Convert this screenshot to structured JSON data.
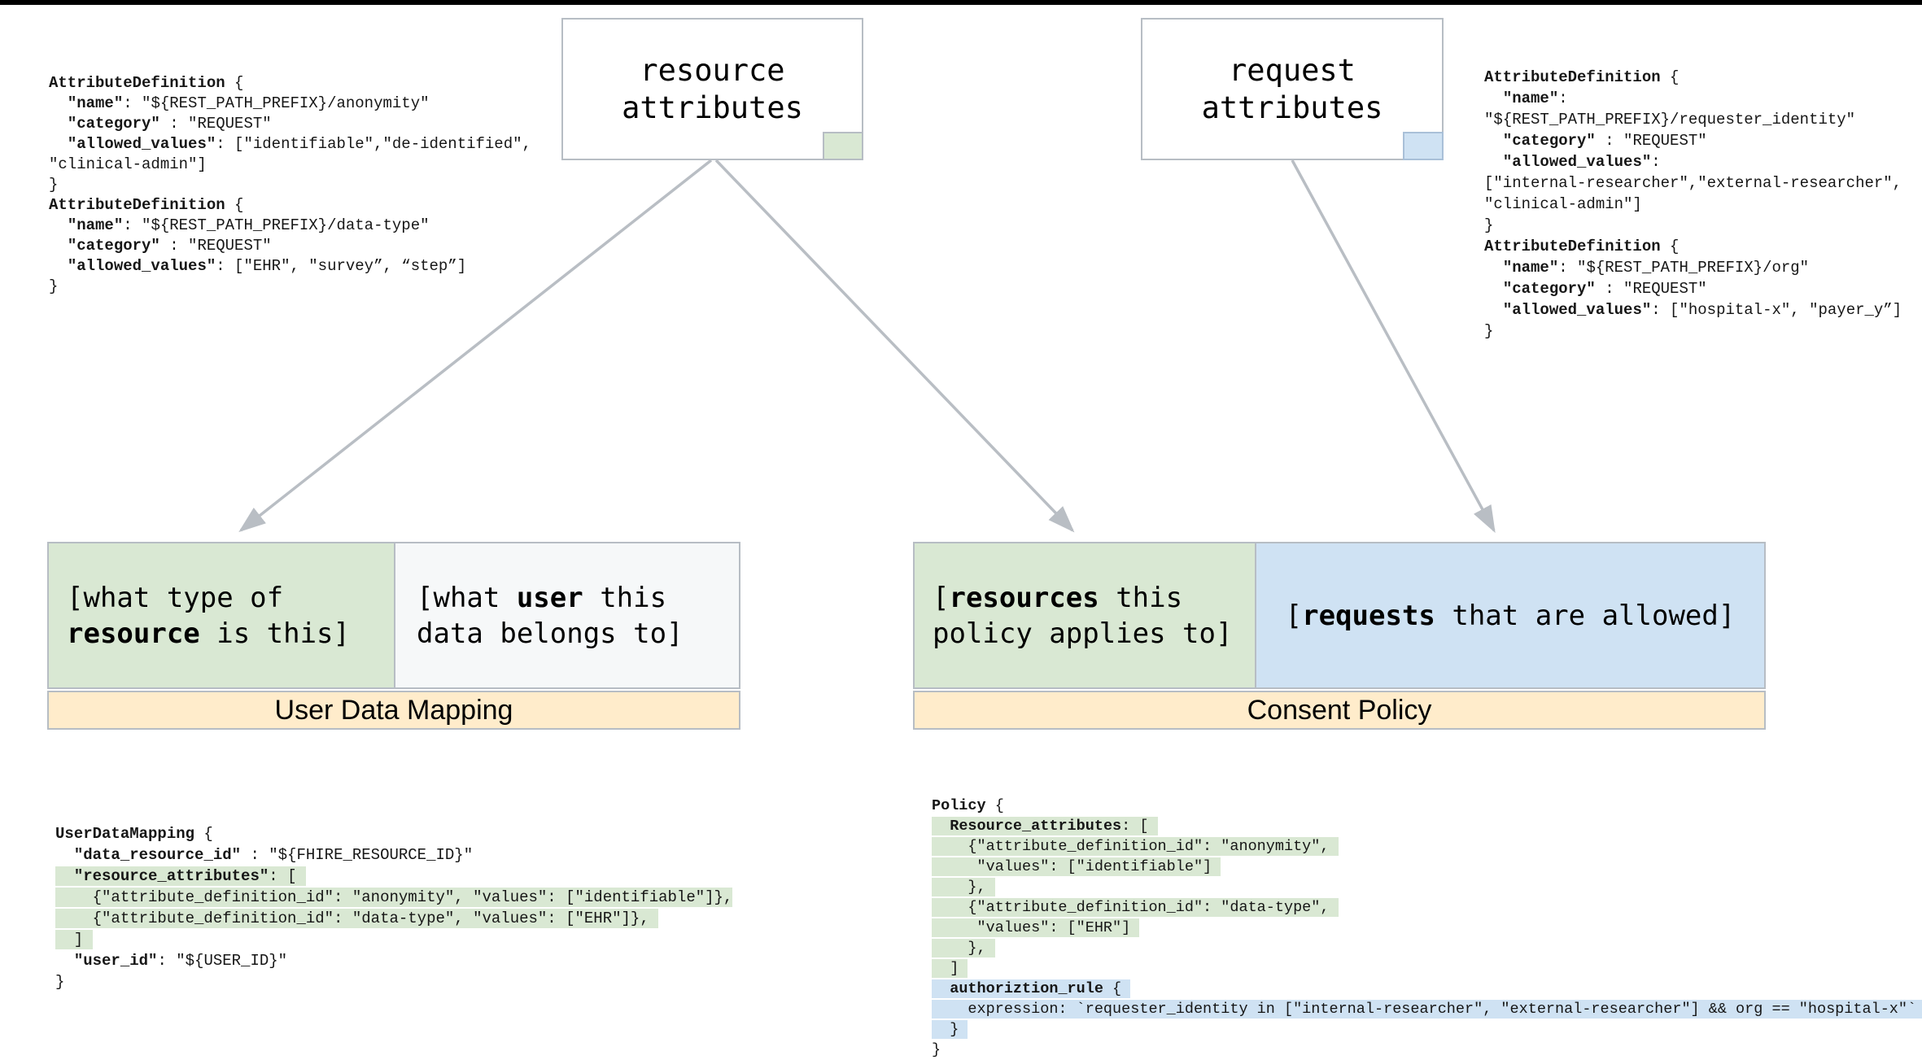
{
  "colors": {
    "resource_green": "#d9e8d3",
    "request_blue": "#cfe2f3",
    "title_bar_yellow": "#ffeccb",
    "neutral_cell": "#f6f8f9",
    "arrow_gray": "#b9bec4"
  },
  "resource_box": {
    "label": "resource\nattributes"
  },
  "request_box": {
    "label": "request\nattributes"
  },
  "mapping": {
    "title": "User Data Mapping",
    "resource_cell": [
      {
        "t": "[what type of\n"
      },
      {
        "t": "resource",
        "b": true
      },
      {
        "t": " is this]"
      }
    ],
    "user_cell": [
      {
        "t": "[what "
      },
      {
        "t": "user",
        "b": true
      },
      {
        "t": " this\ndata belongs to]"
      }
    ]
  },
  "policy_box": {
    "title": "Consent Policy",
    "resources_cell": [
      {
        "t": "["
      },
      {
        "t": "resources",
        "b": true
      },
      {
        "t": " this\npolicy applies to]"
      }
    ],
    "requests_cell": [
      {
        "t": "["
      },
      {
        "t": "requests",
        "b": true
      },
      {
        "t": " that are allowed]"
      }
    ]
  },
  "code_blocks": {
    "attr_def_left": {
      "lines": [
        [
          {
            "t": "AttributeDefinition",
            "b": true
          },
          {
            "t": " {"
          }
        ],
        [
          {
            "t": "  "
          },
          {
            "t": "\"name\"",
            "b": true
          },
          {
            "t": ": \"${REST_PATH_PREFIX}/anonymity\""
          }
        ],
        [
          {
            "t": "  "
          },
          {
            "t": "\"category\"",
            "b": true
          },
          {
            "t": " : \"REQUEST\""
          }
        ],
        [
          {
            "t": "  "
          },
          {
            "t": "\"allowed_values\"",
            "b": true
          },
          {
            "t": ": [\"identifiable\",\"de-identified\","
          }
        ],
        [
          {
            "t": "\"clinical-admin\"]"
          }
        ],
        [
          {
            "t": "}"
          }
        ],
        [
          {
            "t": "AttributeDefinition",
            "b": true
          },
          {
            "t": " {"
          }
        ],
        [
          {
            "t": "  "
          },
          {
            "t": "\"name\"",
            "b": true
          },
          {
            "t": ": \"${REST_PATH_PREFIX}/data-type\""
          }
        ],
        [
          {
            "t": "  "
          },
          {
            "t": "\"category\"",
            "b": true
          },
          {
            "t": " : \"REQUEST\""
          }
        ],
        [
          {
            "t": "  "
          },
          {
            "t": "\"allowed_values\"",
            "b": true
          },
          {
            "t": ": [\"EHR\", \"survey”, “step”]"
          }
        ],
        [
          {
            "t": "}"
          }
        ]
      ]
    },
    "attr_def_right": {
      "lines": [
        [
          {
            "t": "AttributeDefinition",
            "b": true
          },
          {
            "t": " {"
          }
        ],
        [
          {
            "t": "  "
          },
          {
            "t": "\"name\"",
            "b": true
          },
          {
            "t": ":"
          }
        ],
        [
          {
            "t": "\"${REST_PATH_PREFIX}/requester_identity\""
          }
        ],
        [
          {
            "t": "  "
          },
          {
            "t": "\"category\"",
            "b": true
          },
          {
            "t": " : \"REQUEST\""
          }
        ],
        [
          {
            "t": "  "
          },
          {
            "t": "\"allowed_values\"",
            "b": true
          },
          {
            "t": ":"
          }
        ],
        [
          {
            "t": "[\"internal-researcher\",\"external-researcher\","
          }
        ],
        [
          {
            "t": "\"clinical-admin\"]"
          }
        ],
        [
          {
            "t": "}"
          }
        ],
        [
          {
            "t": "AttributeDefinition",
            "b": true
          },
          {
            "t": " {"
          }
        ],
        [
          {
            "t": "  "
          },
          {
            "t": "\"name\"",
            "b": true
          },
          {
            "t": ": \"${REST_PATH_PREFIX}/org\""
          }
        ],
        [
          {
            "t": "  "
          },
          {
            "t": "\"category\"",
            "b": true
          },
          {
            "t": " : \"REQUEST\""
          }
        ],
        [
          {
            "t": "  "
          },
          {
            "t": "\"allowed_values\"",
            "b": true
          },
          {
            "t": ": [\"hospital-x\", \"payer_y”]"
          }
        ],
        [
          {
            "t": "}"
          }
        ]
      ]
    },
    "user_data_mapping": {
      "lines": [
        [
          {
            "t": "UserDataMapping",
            "b": true
          },
          {
            "t": " {"
          }
        ],
        [
          {
            "t": "  "
          },
          {
            "t": "\"data_resource_id\"",
            "b": true
          },
          {
            "t": " : \"${FHIRE_RESOURCE_ID}\""
          }
        ],
        [
          {
            "t": "  ",
            "h": "g"
          },
          {
            "t": "\"resource_attributes\"",
            "b": true,
            "h": "g"
          },
          {
            "t": ": [ ",
            "h": "g"
          }
        ],
        [
          {
            "t": "    {\"attribute_definition_id\": \"anonymity\", \"values\": [\"identifiable\"]},",
            "h": "g"
          }
        ],
        [
          {
            "t": "    {\"attribute_definition_id\": \"data-type\", \"values\": [\"EHR\"]}, ",
            "h": "g"
          }
        ],
        [
          {
            "t": "  ] ",
            "h": "g"
          }
        ],
        [
          {
            "t": "  "
          },
          {
            "t": "\"user_id\"",
            "b": true
          },
          {
            "t": ": \"${USER_ID}\""
          }
        ],
        [
          {
            "t": "}"
          }
        ]
      ]
    },
    "policy": {
      "lines": [
        [
          {
            "t": "Policy",
            "b": true
          },
          {
            "t": " {"
          }
        ],
        [
          {
            "t": "  ",
            "h": "g"
          },
          {
            "t": "Resource_attributes",
            "b": true,
            "h": "g"
          },
          {
            "t": ": [ ",
            "h": "g"
          }
        ],
        [
          {
            "t": "    {\"attribute_definition_id\": \"anonymity\", ",
            "h": "g"
          }
        ],
        [
          {
            "t": "     \"values\": [\"identifiable\"] ",
            "h": "g"
          }
        ],
        [
          {
            "t": "    }, ",
            "h": "g"
          }
        ],
        [
          {
            "t": "    {\"attribute_definition_id\": \"data-type\", ",
            "h": "g"
          }
        ],
        [
          {
            "t": "     \"values\": [\"EHR\"] ",
            "h": "g"
          }
        ],
        [
          {
            "t": "    }, ",
            "h": "g"
          }
        ],
        [
          {
            "t": "  ] ",
            "h": "g"
          }
        ],
        [
          {
            "t": "  ",
            "h": "b"
          },
          {
            "t": "authoriztion_rule",
            "b": true,
            "h": "b"
          },
          {
            "t": " { ",
            "h": "b"
          }
        ],
        [
          {
            "t": "    expression: `requester_identity in [\"internal-researcher\", \"external-researcher\"] && org == \"hospital-x\"` ",
            "h": "b"
          }
        ],
        [
          {
            "t": "  } ",
            "h": "b"
          }
        ],
        [
          {
            "t": "}"
          }
        ]
      ]
    }
  }
}
